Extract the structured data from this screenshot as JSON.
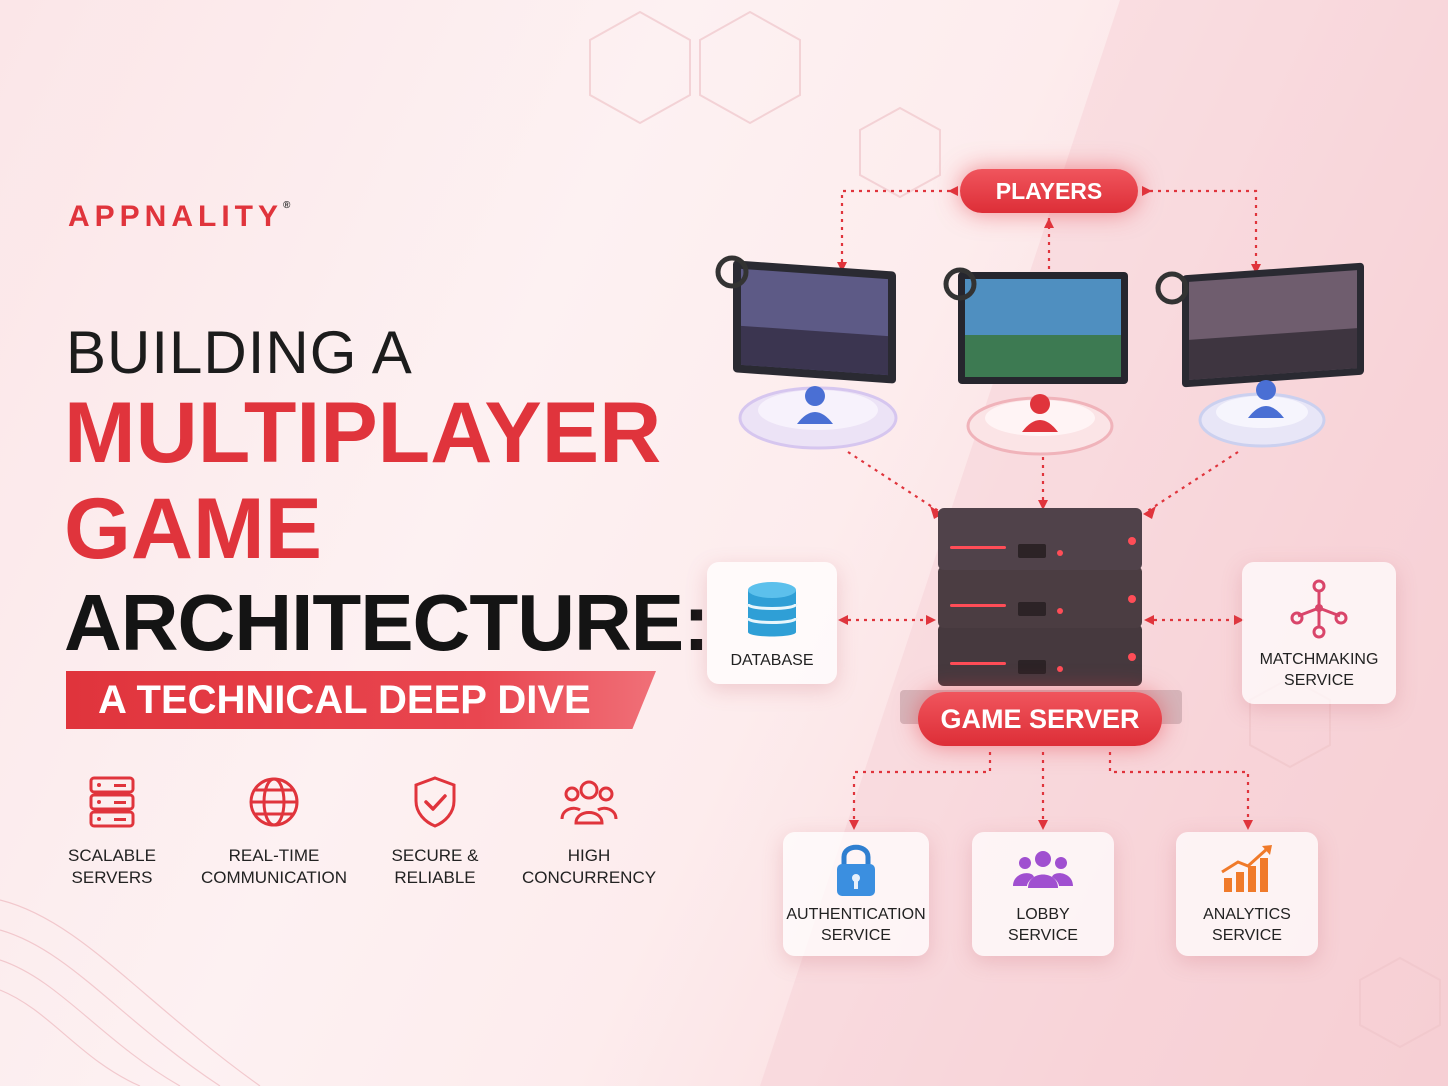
{
  "brand": {
    "logo_text": "APPNALITY",
    "registered": "®"
  },
  "title": {
    "line1": "BUILDING A",
    "line2": "MULTIPLAYER",
    "line3": "GAME",
    "line4": "ARCHITECTURE:",
    "banner": "A TECHNICAL DEEP DIVE"
  },
  "features": [
    {
      "label_line1": "SCALABLE",
      "label_line2": "SERVERS",
      "icon": "server-stack-icon"
    },
    {
      "label_line1": "REAL-TIME",
      "label_line2": "COMMUNICATION",
      "icon": "globe-icon"
    },
    {
      "label_line1": "SECURE &",
      "label_line2": "RELIABLE",
      "icon": "shield-check-icon"
    },
    {
      "label_line1": "HIGH",
      "label_line2": "CONCURRENCY",
      "icon": "users-group-icon"
    }
  ],
  "diagram": {
    "players_label": "PLAYERS",
    "game_server_label": "GAME SERVER",
    "database": {
      "label": "DATABASE",
      "icon": "database-icon"
    },
    "matchmaking": {
      "label_line1": "MATCHMAKING",
      "label_line2": "SERVICE",
      "icon": "network-nodes-icon"
    },
    "authentication": {
      "label_line1": "AUTHENTICATION",
      "label_line2": "SERVICE",
      "icon": "padlock-icon"
    },
    "lobby": {
      "label_line1": "LOBBY",
      "label_line2": "SERVICE",
      "icon": "group-icon"
    },
    "analytics": {
      "label_line1": "ANALYTICS",
      "label_line2": "SERVICE",
      "icon": "bar-chart-icon"
    }
  },
  "colors": {
    "accent": "#e0343c",
    "dark_text": "#1c1c1c",
    "card_bg": "#ffffff"
  }
}
